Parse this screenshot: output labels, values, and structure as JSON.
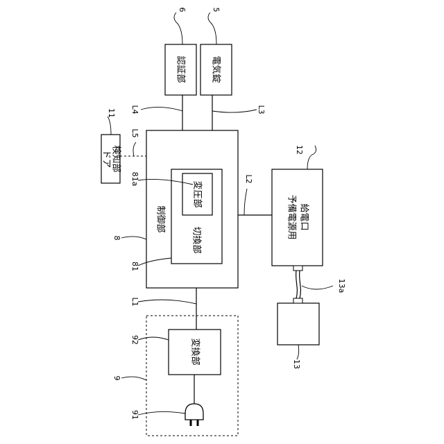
{
  "blocks": {
    "auth": "認証部",
    "lock": "電気錠",
    "door_line1": "ドア",
    "door_line2": "検知部",
    "control": "制御部",
    "booster": "変圧部",
    "switcher": "切換部",
    "backup_line1": "予備電源用",
    "backup_line2": "給電口",
    "converter": "変換部"
  },
  "refs": {
    "r6": "6",
    "r5": "5",
    "r11": "11",
    "r12": "12",
    "r81a": "81a",
    "r8": "8",
    "r81": "81",
    "r92": "92",
    "r9": "9",
    "r91": "91",
    "r13": "13",
    "r13a": "13a"
  },
  "lines": {
    "L4": "L4",
    "L3": "L3",
    "L5": "L5",
    "L2": "L2",
    "L1": "L1"
  }
}
